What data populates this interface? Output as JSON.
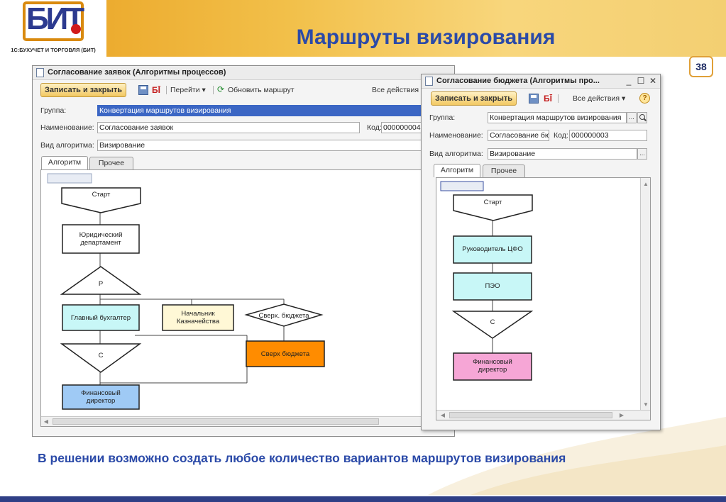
{
  "slide": {
    "title": "Маршруты визирования",
    "page_number": "38",
    "logo_text": "БИТ",
    "logo_caption": "1С:БУХУЧЕТ И ТОРГОВЛЯ (БИТ)",
    "bottom_text": "В решении возможно создать любое количество вариантов маршрутов визирования"
  },
  "window_left": {
    "title": "Согласование заявок (Алгоритмы процессов)",
    "toolbar": {
      "save_close": "Записать и закрыть",
      "goto": "Перейти ▾",
      "refresh": "Обновить маршрут",
      "all_actions": "Все действия"
    },
    "group_label": "Группа:",
    "group_value": "Конвертация маршрутов визирования",
    "name_label": "Наименование:",
    "name_value": "Согласование заявок",
    "code_label": "Код:",
    "code_value": "000000004",
    "type_label": "Вид алгоритма:",
    "type_value": "Визирование",
    "tabs": [
      "Алгоритм",
      "Прочее"
    ],
    "nodes": {
      "start": "Старт",
      "legal": "Юридический департамент",
      "p": "Р",
      "chief_accountant": "Главный бухгалтер",
      "treasury": "Начальник Казначейства",
      "over_budget_cond": "Сверх. бюджета",
      "over_budget": "Сверх бюджета",
      "c": "С",
      "cfo": "Финансовый директор"
    }
  },
  "window_right": {
    "title": "Согласование бюджета (Алгоритмы про...",
    "toolbar": {
      "save_close": "Записать и закрыть",
      "all_actions": "Все действия ▾"
    },
    "group_label": "Группа:",
    "group_value": "Конвертация маршрутов визирования",
    "name_label": "Наименование:",
    "name_value": "Согласование бюд",
    "code_label": "Код:",
    "code_value": "000000003",
    "type_label": "Вид алгоритма:",
    "type_value": "Визирование",
    "tabs": [
      "Алгоритм",
      "Прочее"
    ],
    "nodes": {
      "start": "Старт",
      "cfo_head": "Руководитель ЦФО",
      "peo": "ПЭО",
      "c": "С",
      "cfo": "Финансовый директор"
    }
  },
  "colors": {
    "title_blue": "#2b4aa8",
    "header_orange": "#e9a020",
    "node_cyan": "#c8f7f7",
    "node_yellow": "#fff8d6",
    "node_orange": "#ff8c00",
    "node_blue": "#9fcaf5",
    "node_pink": "#f6a6d6"
  }
}
